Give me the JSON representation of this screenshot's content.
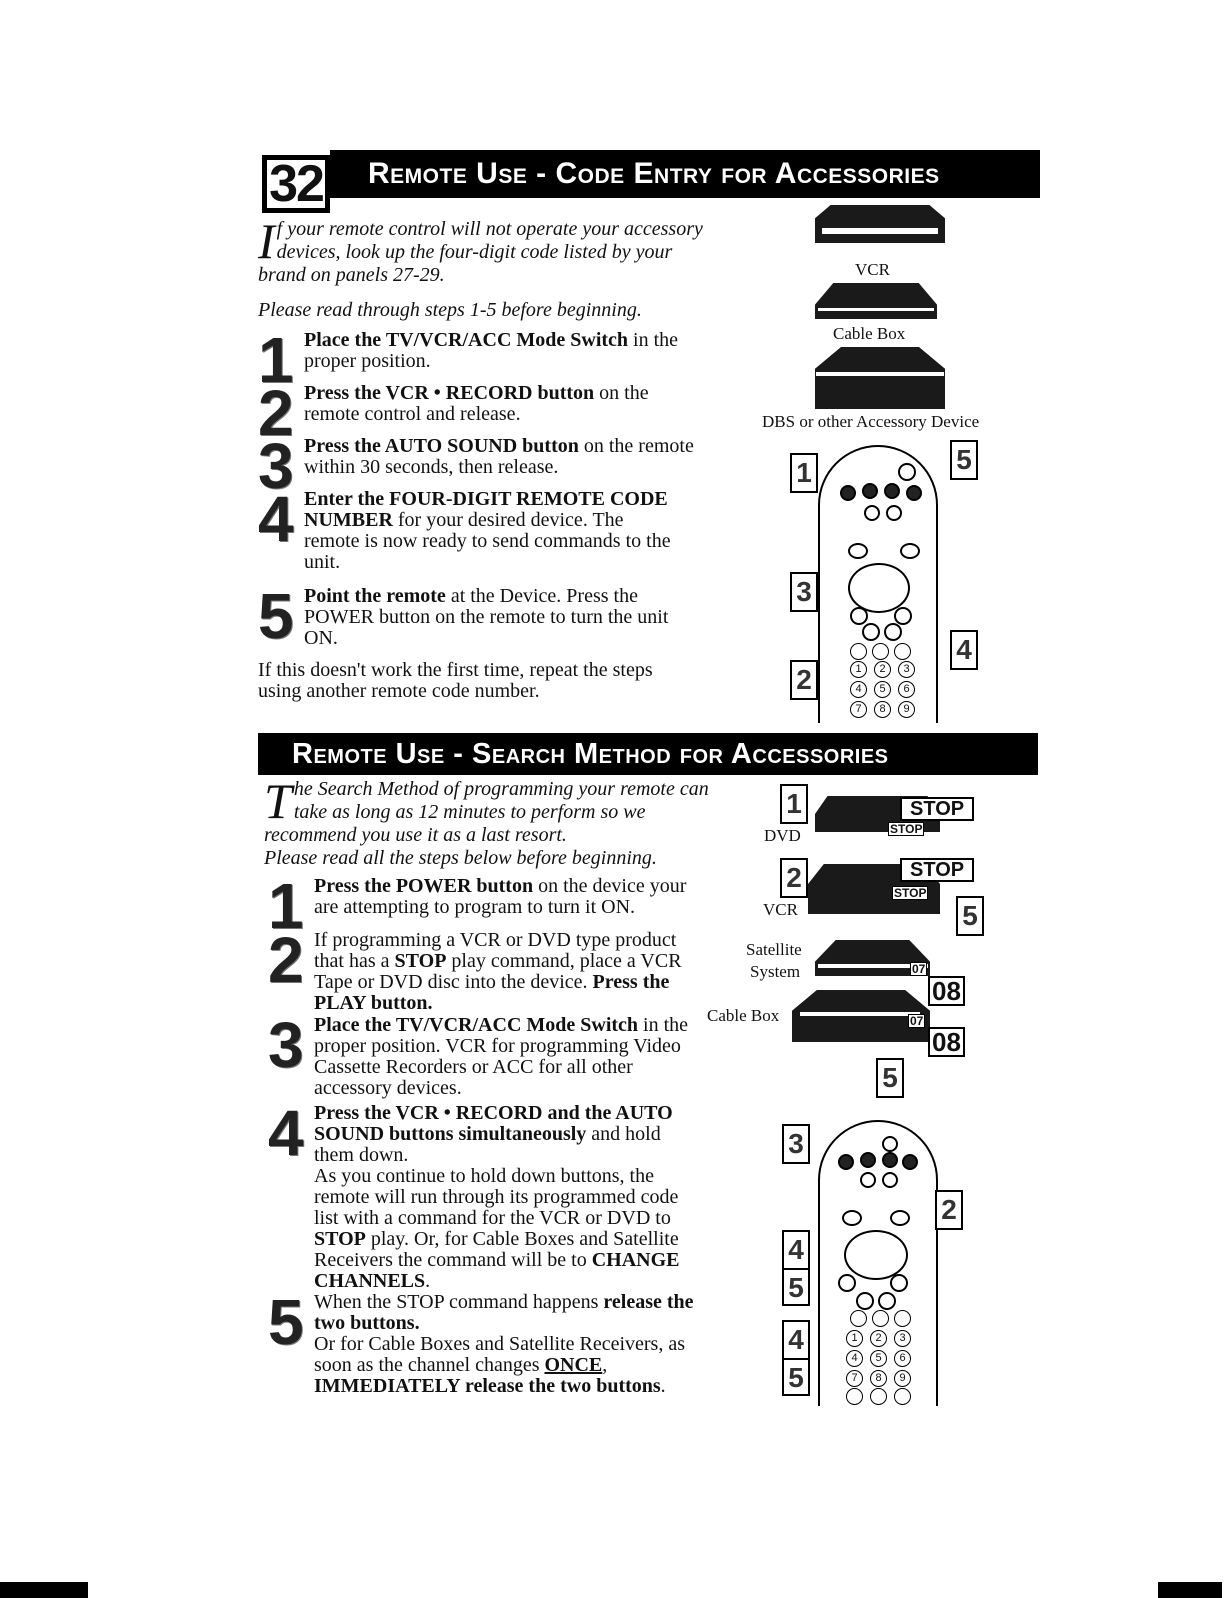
{
  "section1": {
    "page_number": "32",
    "title": "Remote Use - Code Entry for Accessories",
    "intro_dropcap": "I",
    "intro_text": "f your remote control will not operate your accessory devices, look up the four-digit code listed by your brand on panels 27-29.",
    "read_note": "Please read through steps 1-5 before beginning.",
    "steps": [
      {
        "num": "1",
        "bold": "Place the TV/VCR/ACC Mode Switch",
        "rest": " in the proper position."
      },
      {
        "num": "2",
        "bold": "Press the VCR • RECORD button",
        "rest": " on the remote control and release."
      },
      {
        "num": "3",
        "bold": "Press the AUTO SOUND button",
        "rest": " on the remote within 30 seconds, then release."
      },
      {
        "num": "4",
        "bold": "Enter the FOUR-DIGIT REMOTE CODE NUMBER",
        "rest": " for your desired device. The remote is now ready to send commands to the unit."
      },
      {
        "num": "5",
        "bold": "Point the remote",
        "rest": " at the Device. Press the POWER button on the remote to turn the unit ON."
      }
    ],
    "outro": "If this doesn't work the first time, repeat the steps using another remote code number.",
    "devices": {
      "vcr": "VCR",
      "cable": "Cable Box",
      "dbs": "DBS or other Accessory Device"
    },
    "callouts": [
      "1",
      "5",
      "3",
      "2",
      "4"
    ]
  },
  "section2": {
    "title": "Remote Use - Search Method for Accessories",
    "intro_dropcap": "T",
    "intro_text": "he Search Method of programming your remote can take as long as 12 minutes to perform so we recommend you use it as a last resort.",
    "read_note": "Please read all the steps below before beginning.",
    "steps": [
      {
        "num": "1",
        "bold": "Press the POWER button",
        "rest": " on the device your are attempting to program to turn it ON."
      },
      {
        "num": "2",
        "pre": "If programming a VCR or DVD type product that has a ",
        "bold": "STOP",
        "rest": " play command, place a VCR Tape or DVD disc into the device. ",
        "bold2": "Press the PLAY button."
      },
      {
        "num": "3",
        "bold": "Place the TV/VCR/ACC Mode Switch",
        "rest": " in the proper position. VCR for programming Video Cassette Recorders or ACC for all other accessory devices."
      },
      {
        "num": "4",
        "bold": "Press the VCR • RECORD and the AUTO SOUND buttons simultaneously",
        "rest": " and hold them down.",
        "para": "As you continue to hold down buttons, the remote will run through its programmed code list with a command for the VCR or DVD to ",
        "para_b1": "STOP",
        "para_mid": " play. Or, for Cable Boxes and Satellite Receivers the command will be to ",
        "para_b2": "CHANGE CHANNELS",
        "para_end": "."
      },
      {
        "num": "5",
        "pre": "When the STOP command happens ",
        "bold": "release the two buttons.",
        "para": "Or for Cable Boxes and Satellite Receivers, as soon as the channel changes ",
        "para_b1": "ONCE",
        "para_mid": ", ",
        "para_b2": "IMMEDIATELY release the two buttons",
        "para_end": "."
      }
    ],
    "devices": {
      "dvd": "DVD",
      "vcr": "VCR",
      "satellite_line1": "Satellite",
      "satellite_line2": "System",
      "cable": "Cable Box"
    },
    "stop_label": "STOP",
    "stop_small": "STOP",
    "code_small": "07",
    "code_big": "08",
    "callouts_devices": [
      "1",
      "2",
      "5",
      "5"
    ],
    "callouts_remote": [
      "3",
      "2",
      "4",
      "5",
      "4",
      "5"
    ]
  },
  "digits_top": [
    "1",
    "2",
    "3",
    "4",
    "5",
    "6",
    "7",
    "8",
    "9"
  ]
}
